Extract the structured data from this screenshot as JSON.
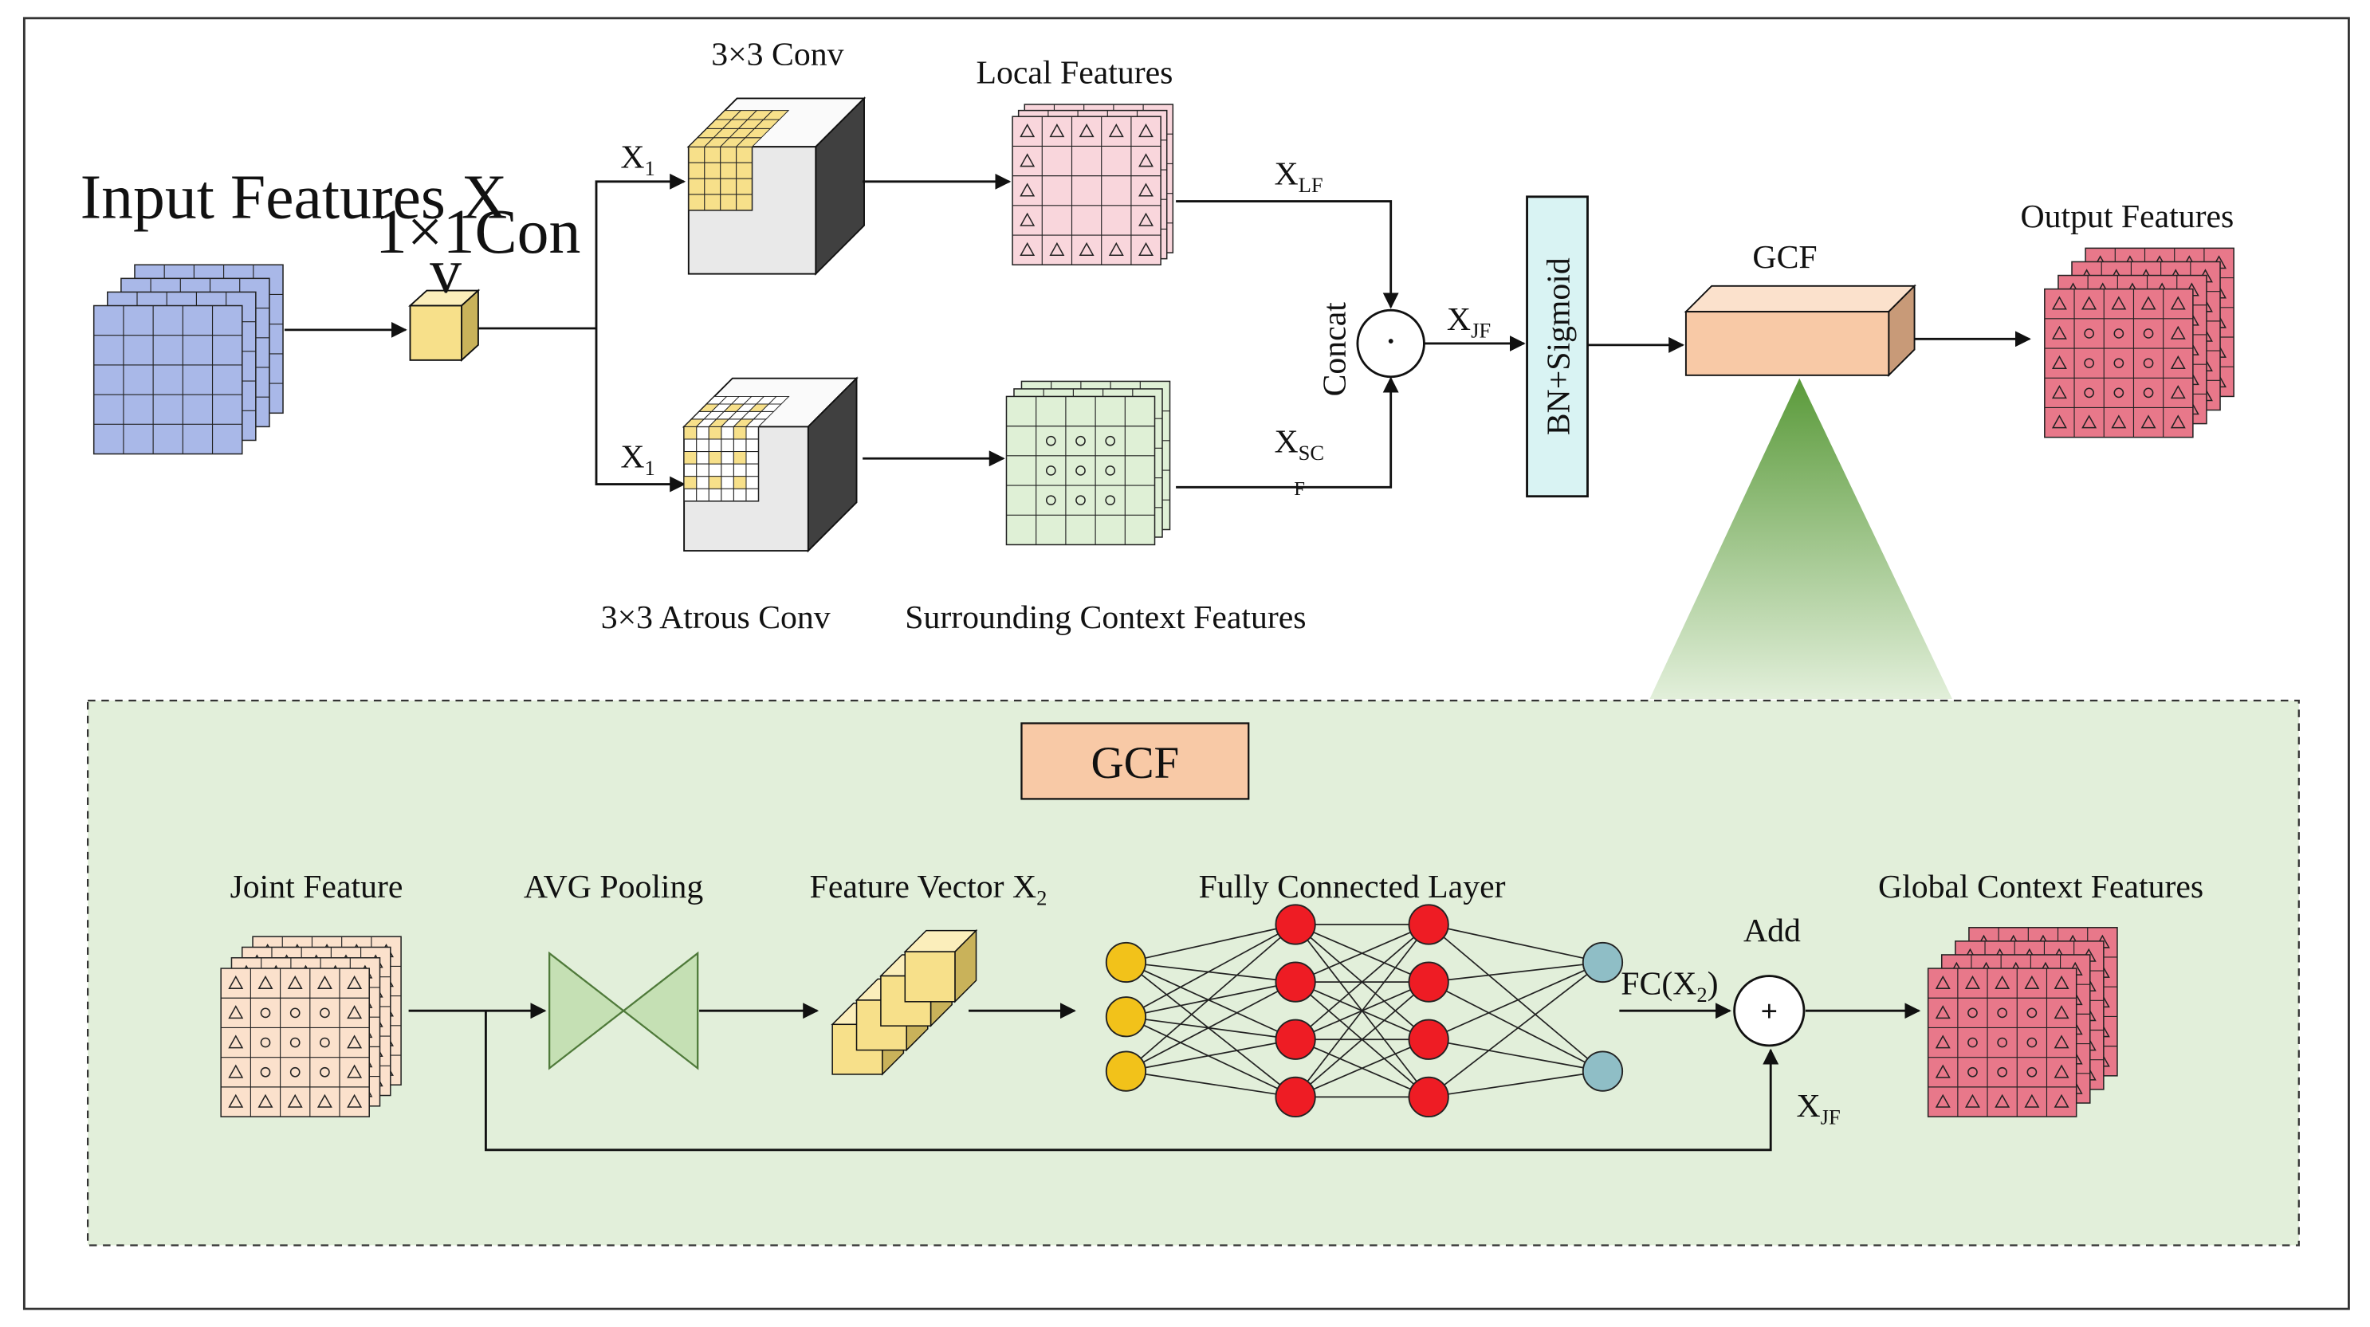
{
  "top": {
    "input_label": "Input Features X",
    "conv1x1_label": "1×1Con",
    "conv1x1_label_cont": "v",
    "branch_top_label": "X",
    "branch_top_sub": "1",
    "branch_bottom_label": "X",
    "branch_bottom_sub": "1",
    "conv3x3_label": "3×3 Conv",
    "atrous_label": "3×3 Atrous Conv",
    "local_label": "Local Features",
    "surround_label": "Surrounding Context Features",
    "xlf_label": "X",
    "xlf_sub": "LF",
    "xsc_label": "X",
    "xsc_sub": "SC",
    "xsc_sub_cont": "F",
    "concat_label": "Concat",
    "concat_symbol": "·",
    "xjf_label": "X",
    "xjf_sub": "JF",
    "bn_label": "BN+Sigmoid",
    "gcf_label": "GCF",
    "output_label": "Output Features"
  },
  "detail": {
    "title": "GCF",
    "joint_label": "Joint Feature",
    "avg_label": "AVG Pooling",
    "fv_label": "Feature Vector X",
    "fv_sub": "2",
    "fc_layer_label": "Fully Connected Layer",
    "add_label": "Add",
    "add_symbol": "+",
    "fc_out_label": "FC(X",
    "fc_out_sub": "2",
    "fc_out_close": ")",
    "xjf_label": "X",
    "xjf_sub": "JF",
    "global_label": "Global Context Features"
  },
  "colors": {
    "input_blue": "#a9b8e8",
    "conv_yellow": "#f7e08a",
    "local_pink": "#f9d6dc",
    "surround_green": "#dff0d6",
    "bn_cyan": "#d9f3f3",
    "gcf_peach": "#f8c9a6",
    "output_red": "#e8788a",
    "panel_green": "#e2efda",
    "neuron_yellow": "#f2c21a",
    "neuron_red": "#ee1c24",
    "neuron_teal": "#8fbec6"
  },
  "icons": {
    "avg_pooling": "bowtie-icon",
    "concat": "dot-product-icon",
    "add": "plus-circle-icon"
  }
}
